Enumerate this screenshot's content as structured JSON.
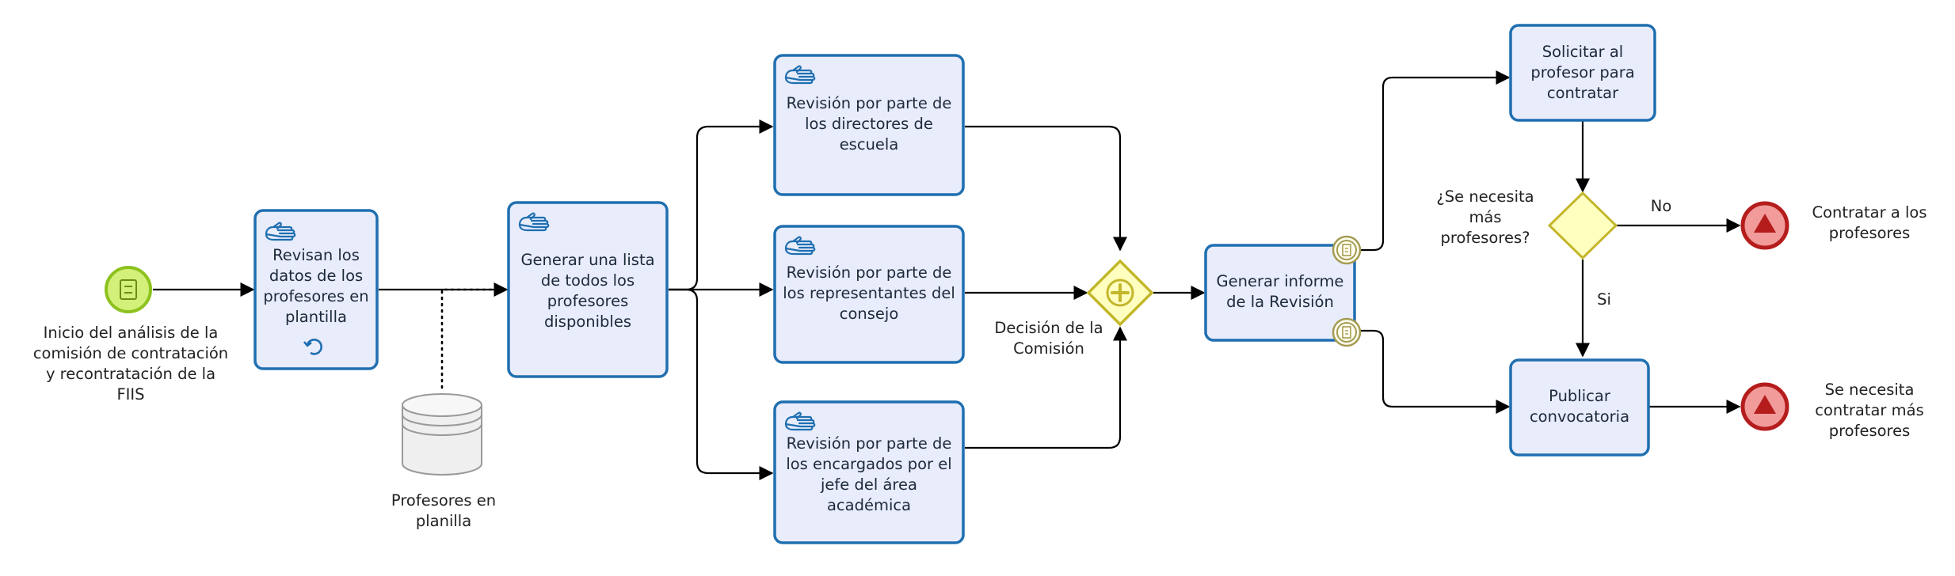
{
  "colors": {
    "task_fill": "#e8ecfb",
    "task_stroke": "#1f6fb0",
    "flow": "#000000",
    "start_fill": "#d3f07a",
    "start_stroke": "#8dc21f",
    "end_fill": "#f29b9b",
    "end_stroke": "#b51d1d",
    "gateway_fill": "#ffffbf",
    "gateway_stroke": "#c2b62b",
    "attached_stroke": "#a59b52"
  },
  "start_event": {
    "label": "Inicio del análisis de la\ncomisión de contratación\ny recontratación de la\nFIIS",
    "icon": "message-icon"
  },
  "tasks": {
    "revisan": "Revisan los\ndatos de los\nprofesores en\nplantilla",
    "generar_lista": "Generar una lista\nde todos los\nprofesores\ndisponibles",
    "revision_directores": "Revisión por parte de\nlos directores de\nescuela",
    "revision_representantes": "Revisión por parte de\nlos representantes del\nconsejo",
    "revision_encargados": "Revisión por parte de\nlos encargados por el\njefe del área\nacadémica",
    "generar_informe": "Generar informe\nde la Revisión",
    "solicitar": "Solicitar al\nprofesor para\ncontratar",
    "publicar": "Publicar\nconvocatoria"
  },
  "data_store": {
    "label": "Profesores en\nplanilla"
  },
  "parallel_gateway": {
    "label": "Decisión de la\nComisión"
  },
  "exclusive_gateway": {
    "label": "¿Se necesita\nmás\nprofesores?"
  },
  "flow_labels": {
    "no": "No",
    "si": "Si"
  },
  "end_events": {
    "contratar": "Contratar a los\nprofesores",
    "necesita": "Se necesita\ncontratar más\nprofesores"
  }
}
